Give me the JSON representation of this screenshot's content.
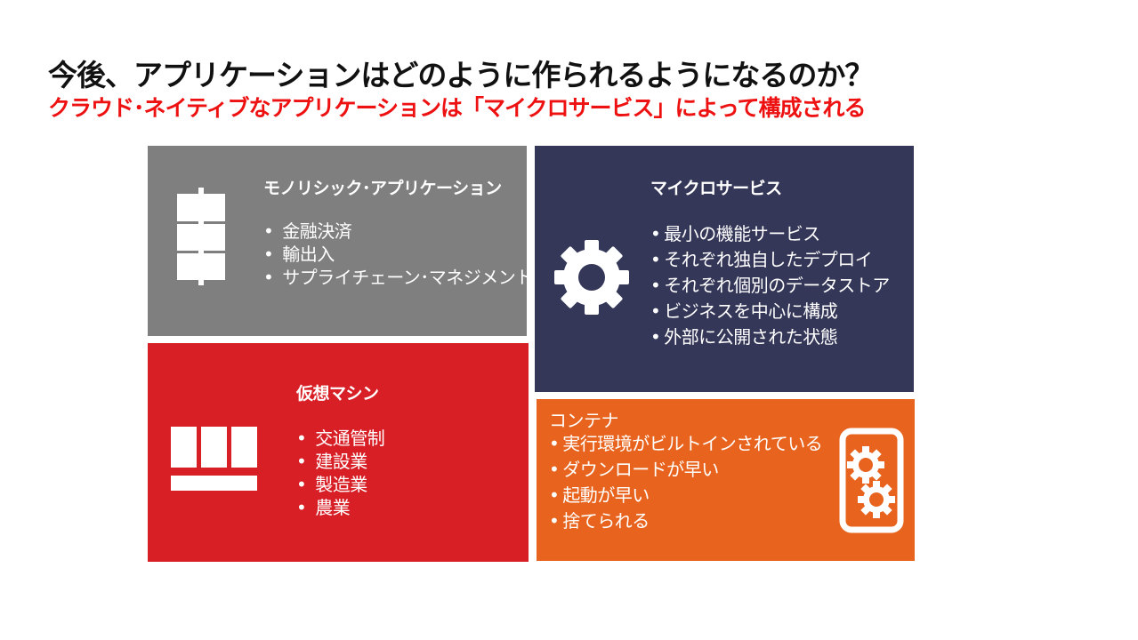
{
  "title": "今後、アプリケーションはどのように作られるようになるのか？",
  "subtitle": "クラウド･ネイティブなアプリケーションは「マイクロサービス」によって構成される",
  "panels": {
    "monolithic": {
      "heading": "モノリシック･アプリケーション",
      "items": [
        "金融決済",
        "輸出入",
        "サプライチェーン･マネジメント"
      ],
      "color": "#7f7f7f",
      "icon": "stacked-blocks-icon"
    },
    "vm": {
      "heading": "仮想マシン",
      "items": [
        "交通管制",
        "建設業",
        "製造業",
        "農業"
      ],
      "color": "#d91f26",
      "icon": "server-blocks-icon"
    },
    "microservices": {
      "heading": "マイクロサービス",
      "items": [
        "最小の機能サービス",
        "それぞれ独自したデプロイ",
        "それぞれ個別のデータストア",
        "ビジネスを中心に構成",
        "外部に公開された状態"
      ],
      "color": "#353759",
      "icon": "gear-icon"
    },
    "container": {
      "heading": "コンテナ",
      "items": [
        "実行環境がビルトインされている",
        "ダウンロードが早い",
        "起動が早い",
        "捨てられる"
      ],
      "color": "#e8641e",
      "icon": "container-gears-icon"
    }
  }
}
